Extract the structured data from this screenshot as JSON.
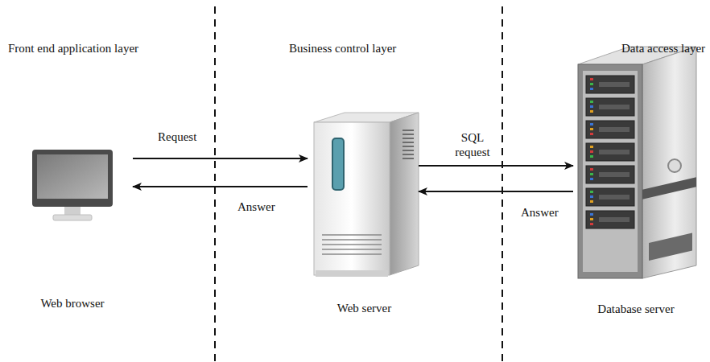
{
  "diagram": {
    "nodes": [
      {
        "text": [
          "Web browser"
        ]
      },
      {
        "text": [
          "Web server"
        ]
      },
      {
        "text": [
          "Database server"
        ]
      }
    ],
    "edges": [
      {
        "from": 0,
        "to": 1,
        "label": "Request",
        "arrow": "to"
      },
      {
        "from": 1,
        "to": 0,
        "label": "Answer",
        "arrow": "to"
      },
      {
        "from": 1,
        "to": 2,
        "label": "SQL request",
        "arrow": "to"
      },
      {
        "from": 2,
        "to": 1,
        "label": "Answer",
        "arrow": "to"
      }
    ],
    "labels": [
      "Front end application layer",
      "Business control layer",
      "Data access layer"
    ]
  }
}
